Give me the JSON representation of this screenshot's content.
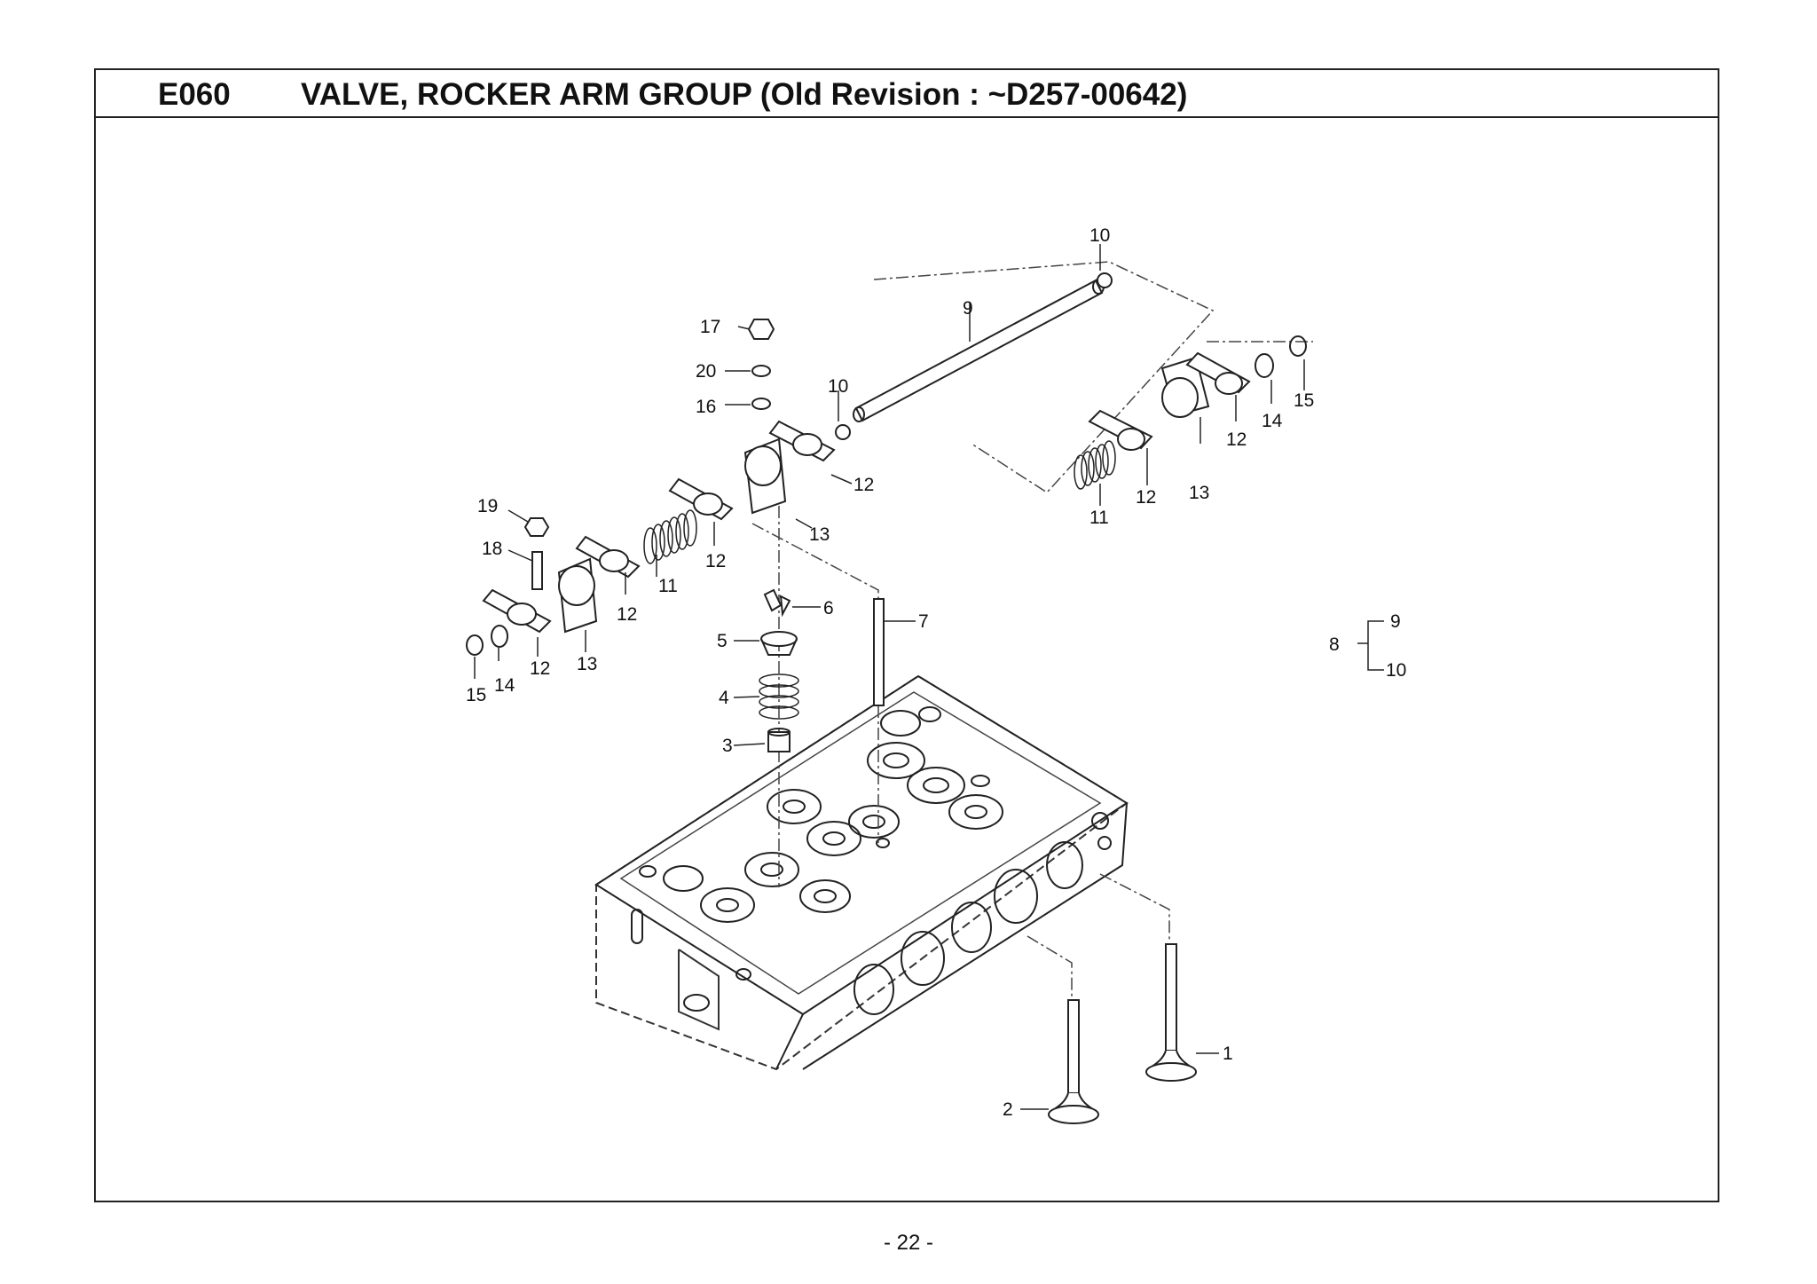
{
  "header": {
    "code": "E060",
    "title": "VALVE, ROCKER ARM GROUP (Old Revision : ~D257-00642)"
  },
  "callouts": {
    "c1": "1",
    "c2": "2",
    "c3": "3",
    "c4": "4",
    "c5": "5",
    "c6": "6",
    "c7": "7",
    "c9": "9",
    "c10a": "10",
    "c10b": "10",
    "c11a": "11",
    "c11b": "11",
    "c12a": "12",
    "c12b": "12",
    "c12c": "12",
    "c12d": "12",
    "c12e": "12",
    "c12f": "12",
    "c13a": "13",
    "c13b": "13",
    "c13c": "13",
    "c14a": "14",
    "c14b": "14",
    "c15a": "15",
    "c15b": "15",
    "c16": "16",
    "c17": "17",
    "c18": "18",
    "c19": "19",
    "c20": "20"
  },
  "assembly": {
    "parent": "8",
    "children": [
      "9",
      "10"
    ]
  },
  "footer": {
    "page": "- 22 -"
  }
}
